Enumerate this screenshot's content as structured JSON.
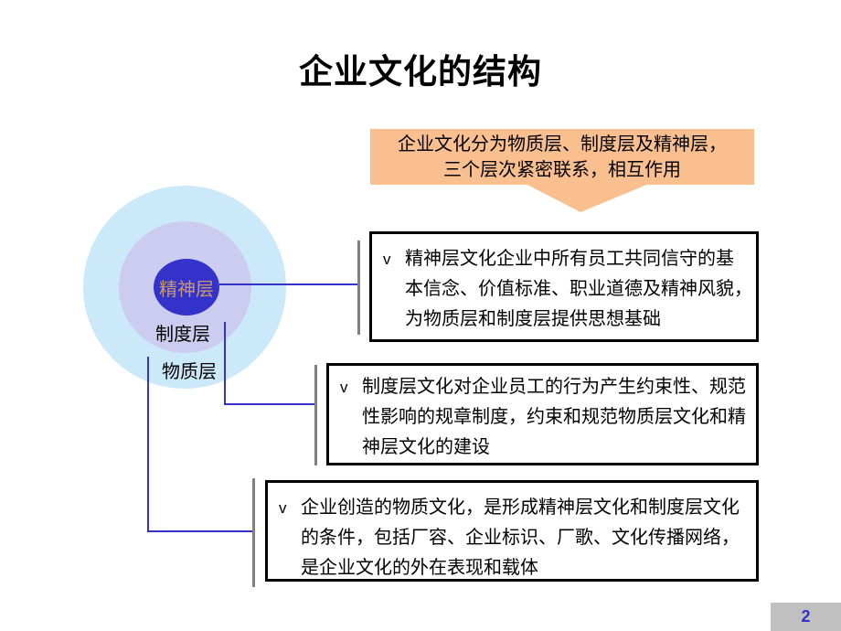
{
  "title": {
    "text": "企业文化的结构"
  },
  "callout": {
    "line1": "企业文化分为物质层、制度层及精神层，",
    "line2": "三个层次紧密联系，相互作用",
    "fill": "#FABF8F"
  },
  "diagram": {
    "inner_label": "精神层",
    "middle_label": "制度层",
    "outer_label": "物质层",
    "colors": {
      "outer": "#CCE9FA",
      "middle": "#CCCCF0",
      "inner": "#3333CC",
      "inner_text": "#CC9966",
      "connector": "#3333CC",
      "bar": "#808080"
    }
  },
  "boxes": [
    {
      "bullet": "v",
      "lines": [
        "精神层文化企业中所有员工共同信守的基",
        "本信念、价值标准、职业道德及精神风貌，",
        "为物质层和制度层提供思想基础"
      ]
    },
    {
      "bullet": "v",
      "lines": [
        "制度层文化对企业员工的行为产生约束性、规范",
        "性影响的规章制度，约束和规范物质层文化和精",
        "神层文化的建设"
      ]
    },
    {
      "bullet": "v",
      "lines": [
        "企业创造的物质文化，是形成精神层文化和制度层文化",
        "的条件，包括厂容、企业标识、厂歌、文化传播网络，",
        "是企业文化的外在表现和载体"
      ]
    }
  ],
  "footer": {
    "page_number": "2",
    "box_fill": "#C0C0C0",
    "number_color": "#3333CC"
  }
}
